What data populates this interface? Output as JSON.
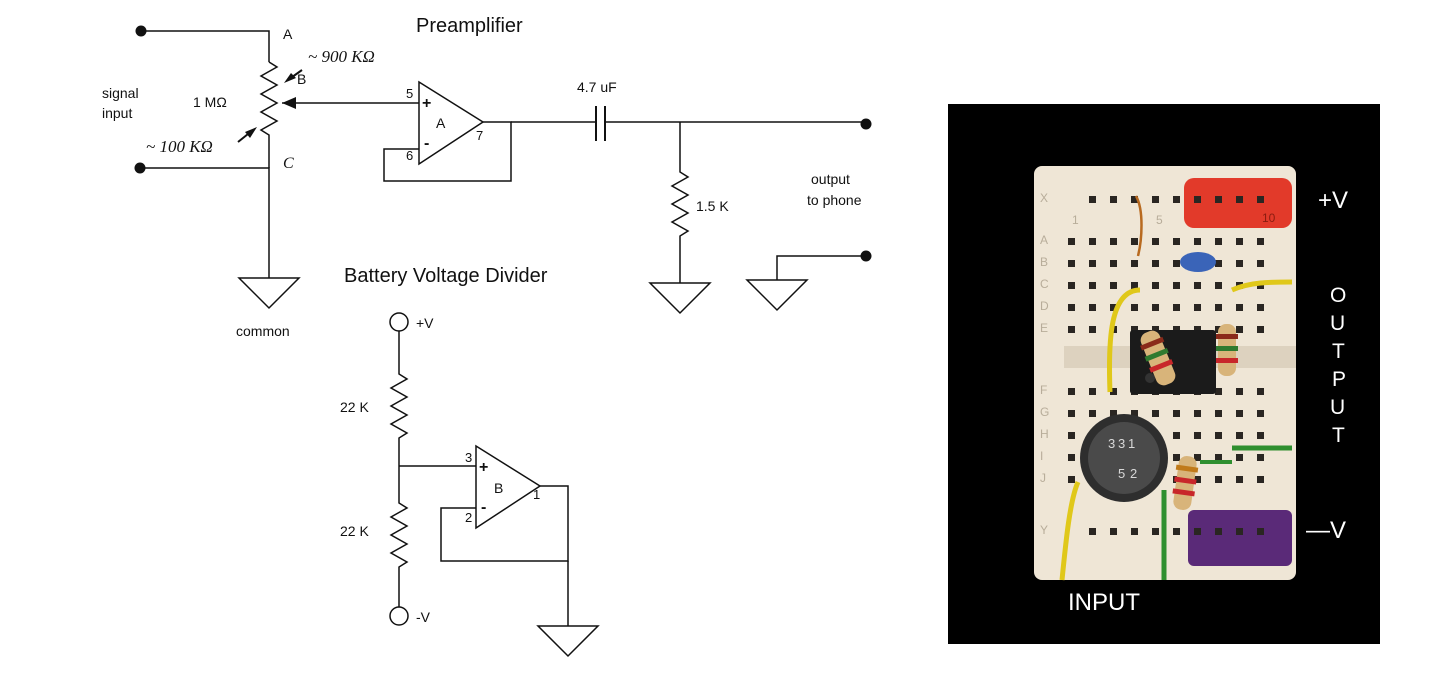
{
  "preamp": {
    "title": "Preamplifier",
    "pot_a": "A",
    "pot_b": "B",
    "pot_c": "C",
    "pot_value": "1 MΩ",
    "pot_upper": "~ 900 KΩ",
    "pot_lower": "~ 100 KΩ",
    "signal_input": [
      "signal",
      "input"
    ],
    "common": "common",
    "opamp": "A",
    "pin_plus": "5",
    "pin_minus": "6",
    "pin_out": "7",
    "plus_sign": "+",
    "minus_sign": "-",
    "capacitor": "4.7 uF",
    "resistor": "1.5 K",
    "output": [
      "output",
      "to phone"
    ]
  },
  "divider": {
    "title": "Battery Voltage Divider",
    "vplus": "+V",
    "vminus": "-V",
    "r_top": "22 K",
    "r_bottom": "22 K",
    "opamp": "B",
    "pin_plus": "3",
    "pin_minus": "2",
    "pin_out": "1",
    "plus_sign": "+",
    "minus_sign": "-"
  },
  "photo": {
    "vplus": "+V",
    "vminus": "—V",
    "output": [
      "O",
      "U",
      "T",
      "P",
      "U",
      "T"
    ],
    "input": "INPUT",
    "row_letters_top": [
      "X",
      "A",
      "B",
      "C",
      "D",
      "E"
    ],
    "row_letters_bottom": [
      "F",
      "G",
      "H",
      "I",
      "J",
      "Y"
    ],
    "col_numbers": [
      "1",
      "5",
      "10"
    ],
    "pot_marking": [
      "3",
      "3",
      "1",
      "5",
      "2"
    ],
    "colors": {
      "background": "#000000",
      "board": "#efe6d6",
      "red_rail": "#e23a2a",
      "purple_rail": "#5a2a78",
      "wire_yellow": "#e0c81a",
      "wire_green": "#2f8f2f",
      "capacitor_blue": "#3a64b8"
    }
  }
}
